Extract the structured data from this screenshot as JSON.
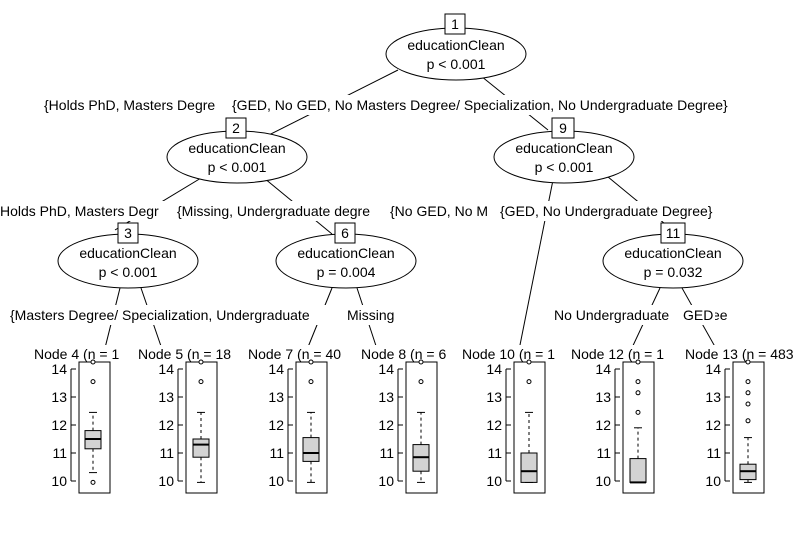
{
  "tree": {
    "inner_nodes": [
      {
        "id": "1",
        "variable": "educationClean",
        "pvalue": "p < 0.001"
      },
      {
        "id": "2",
        "variable": "educationClean",
        "pvalue": "p < 0.001"
      },
      {
        "id": "9",
        "variable": "educationClean",
        "pvalue": "p < 0.001"
      },
      {
        "id": "3",
        "variable": "educationClean",
        "pvalue": "p < 0.001"
      },
      {
        "id": "6",
        "variable": "educationClean",
        "pvalue": "p = 0.004"
      },
      {
        "id": "11",
        "variable": "educationClean",
        "pvalue": "p = 0.032"
      }
    ],
    "edge_labels": [
      "{Holds PhD, Masters Degre",
      "{GED, No GED, No Masters Degree/ Specialization, No Undergraduate Degree}",
      "Holds PhD, Masters Degr",
      "{Missing, Undergraduate degre",
      "{No GED, No M",
      "{GED, No Undergraduate Degree}",
      "{Masters Degree/ Specialization, Undergraduate",
      "Missing",
      "No Undergraduate",
      "GED",
      "ee"
    ],
    "terminal_labels": [
      "Node 4 (n = 1",
      "Node 5 (n = 18",
      "Node 7 (n = 40",
      "Node 8 (n = 6",
      "Node 10 (n = 1",
      "Node 12 (n = 1",
      "Node 13 (n = 483"
    ],
    "axis_ticks": [
      10,
      11,
      12,
      13,
      14
    ],
    "y_range": [
      9.8,
      14.4
    ],
    "boxplots": [
      {
        "wlow": 10.3,
        "q1": 11.15,
        "median": 11.5,
        "q3": 11.8,
        "whigh": 12.45,
        "outliers": [
          9.95,
          13.55,
          14.25
        ]
      },
      {
        "wlow": 9.95,
        "q1": 10.85,
        "median": 11.3,
        "q3": 11.5,
        "whigh": 12.45,
        "outliers": [
          13.55,
          14.25
        ]
      },
      {
        "wlow": 9.95,
        "q1": 10.7,
        "median": 11.0,
        "q3": 11.55,
        "whigh": 12.45,
        "outliers": [
          13.55,
          14.25
        ]
      },
      {
        "wlow": 9.95,
        "q1": 10.35,
        "median": 10.85,
        "q3": 11.3,
        "whigh": 12.45,
        "outliers": [
          13.55,
          14.25
        ]
      },
      {
        "wlow": 9.95,
        "q1": 9.95,
        "median": 10.35,
        "q3": 11.0,
        "whigh": 12.45,
        "outliers": [
          13.55,
          14.25
        ]
      },
      {
        "wlow": 9.95,
        "q1": 9.95,
        "median": 9.95,
        "q3": 10.8,
        "whigh": 11.9,
        "outliers": [
          12.45,
          13.15,
          13.55,
          14.25
        ]
      },
      {
        "wlow": 9.95,
        "q1": 10.05,
        "median": 10.35,
        "q3": 10.6,
        "whigh": 11.55,
        "outliers": [
          12.15,
          12.75,
          13.15,
          13.55,
          14.25
        ]
      }
    ]
  }
}
